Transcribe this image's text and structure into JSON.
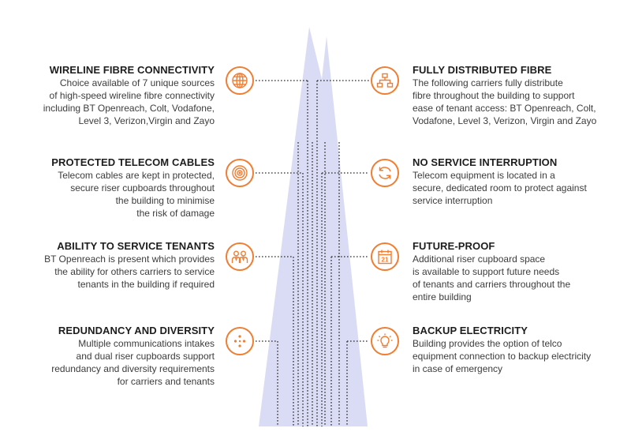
{
  "colors": {
    "accent": "#ef7e32",
    "spire": "#d9dcf4",
    "line": "#2b2b2b",
    "heading": "#1d1d1d",
    "text": "#3c3c3c"
  },
  "features": [
    {
      "side": "left",
      "icon": "globe-icon",
      "title": "WIRELINE FIBRE CONNECTIVITY",
      "lines": [
        "Choice available of 7 unique sources",
        "of high-speed wireline fibre connectivity",
        "including BT Openreach, Colt, Vodafone,",
        "Level 3, Verizon,Virgin and Zayo"
      ]
    },
    {
      "side": "left",
      "icon": "target-icon",
      "title": "PROTECTED TELECOM CABLES",
      "lines": [
        "Telecom cables are kept in protected,",
        "secure riser cupboards throughout",
        "the building to minimise",
        "the risk of damage"
      ]
    },
    {
      "side": "left",
      "icon": "people-icon",
      "title": "ABILITY TO SERVICE TENANTS",
      "lines": [
        "BT Openreach is present which provides",
        "the ability for others carriers to service",
        "tenants in the building if required"
      ]
    },
    {
      "side": "left",
      "icon": "dots-network-icon",
      "title": "REDUNDANCY AND DIVERSITY",
      "lines": [
        "Multiple communications intakes",
        "and dual riser cupboards support",
        "redundancy and diversity requirements",
        "for carriers and tenants"
      ]
    },
    {
      "side": "right",
      "icon": "hierarchy-icon",
      "title": "FULLY DISTRIBUTED FIBRE",
      "lines": [
        "The following carriers fully distribute",
        "fibre throughout the building to support",
        "ease of tenant access: BT Openreach,  Colt,",
        "Vodafone, Level 3, Verizon, Virgin and Zayo"
      ]
    },
    {
      "side": "right",
      "icon": "refresh-icon",
      "title": "NO SERVICE INTERRUPTION",
      "lines": [
        "Telecom equipment is located in a",
        "secure, dedicated room to protect against",
        "service interruption"
      ]
    },
    {
      "side": "right",
      "icon": "calendar-icon",
      "calendar_number": "21",
      "title": "FUTURE-PROOF",
      "lines": [
        "Additional riser cupboard space",
        "is available to support future needs",
        "of tenants and carriers throughout the",
        "entire building"
      ]
    },
    {
      "side": "right",
      "icon": "lightbulb-icon",
      "title": "BACKUP ELECTRICITY",
      "lines": [
        "Building provides the option of telco",
        "equipment connection to backup electricity",
        "in case of emergency"
      ]
    }
  ]
}
